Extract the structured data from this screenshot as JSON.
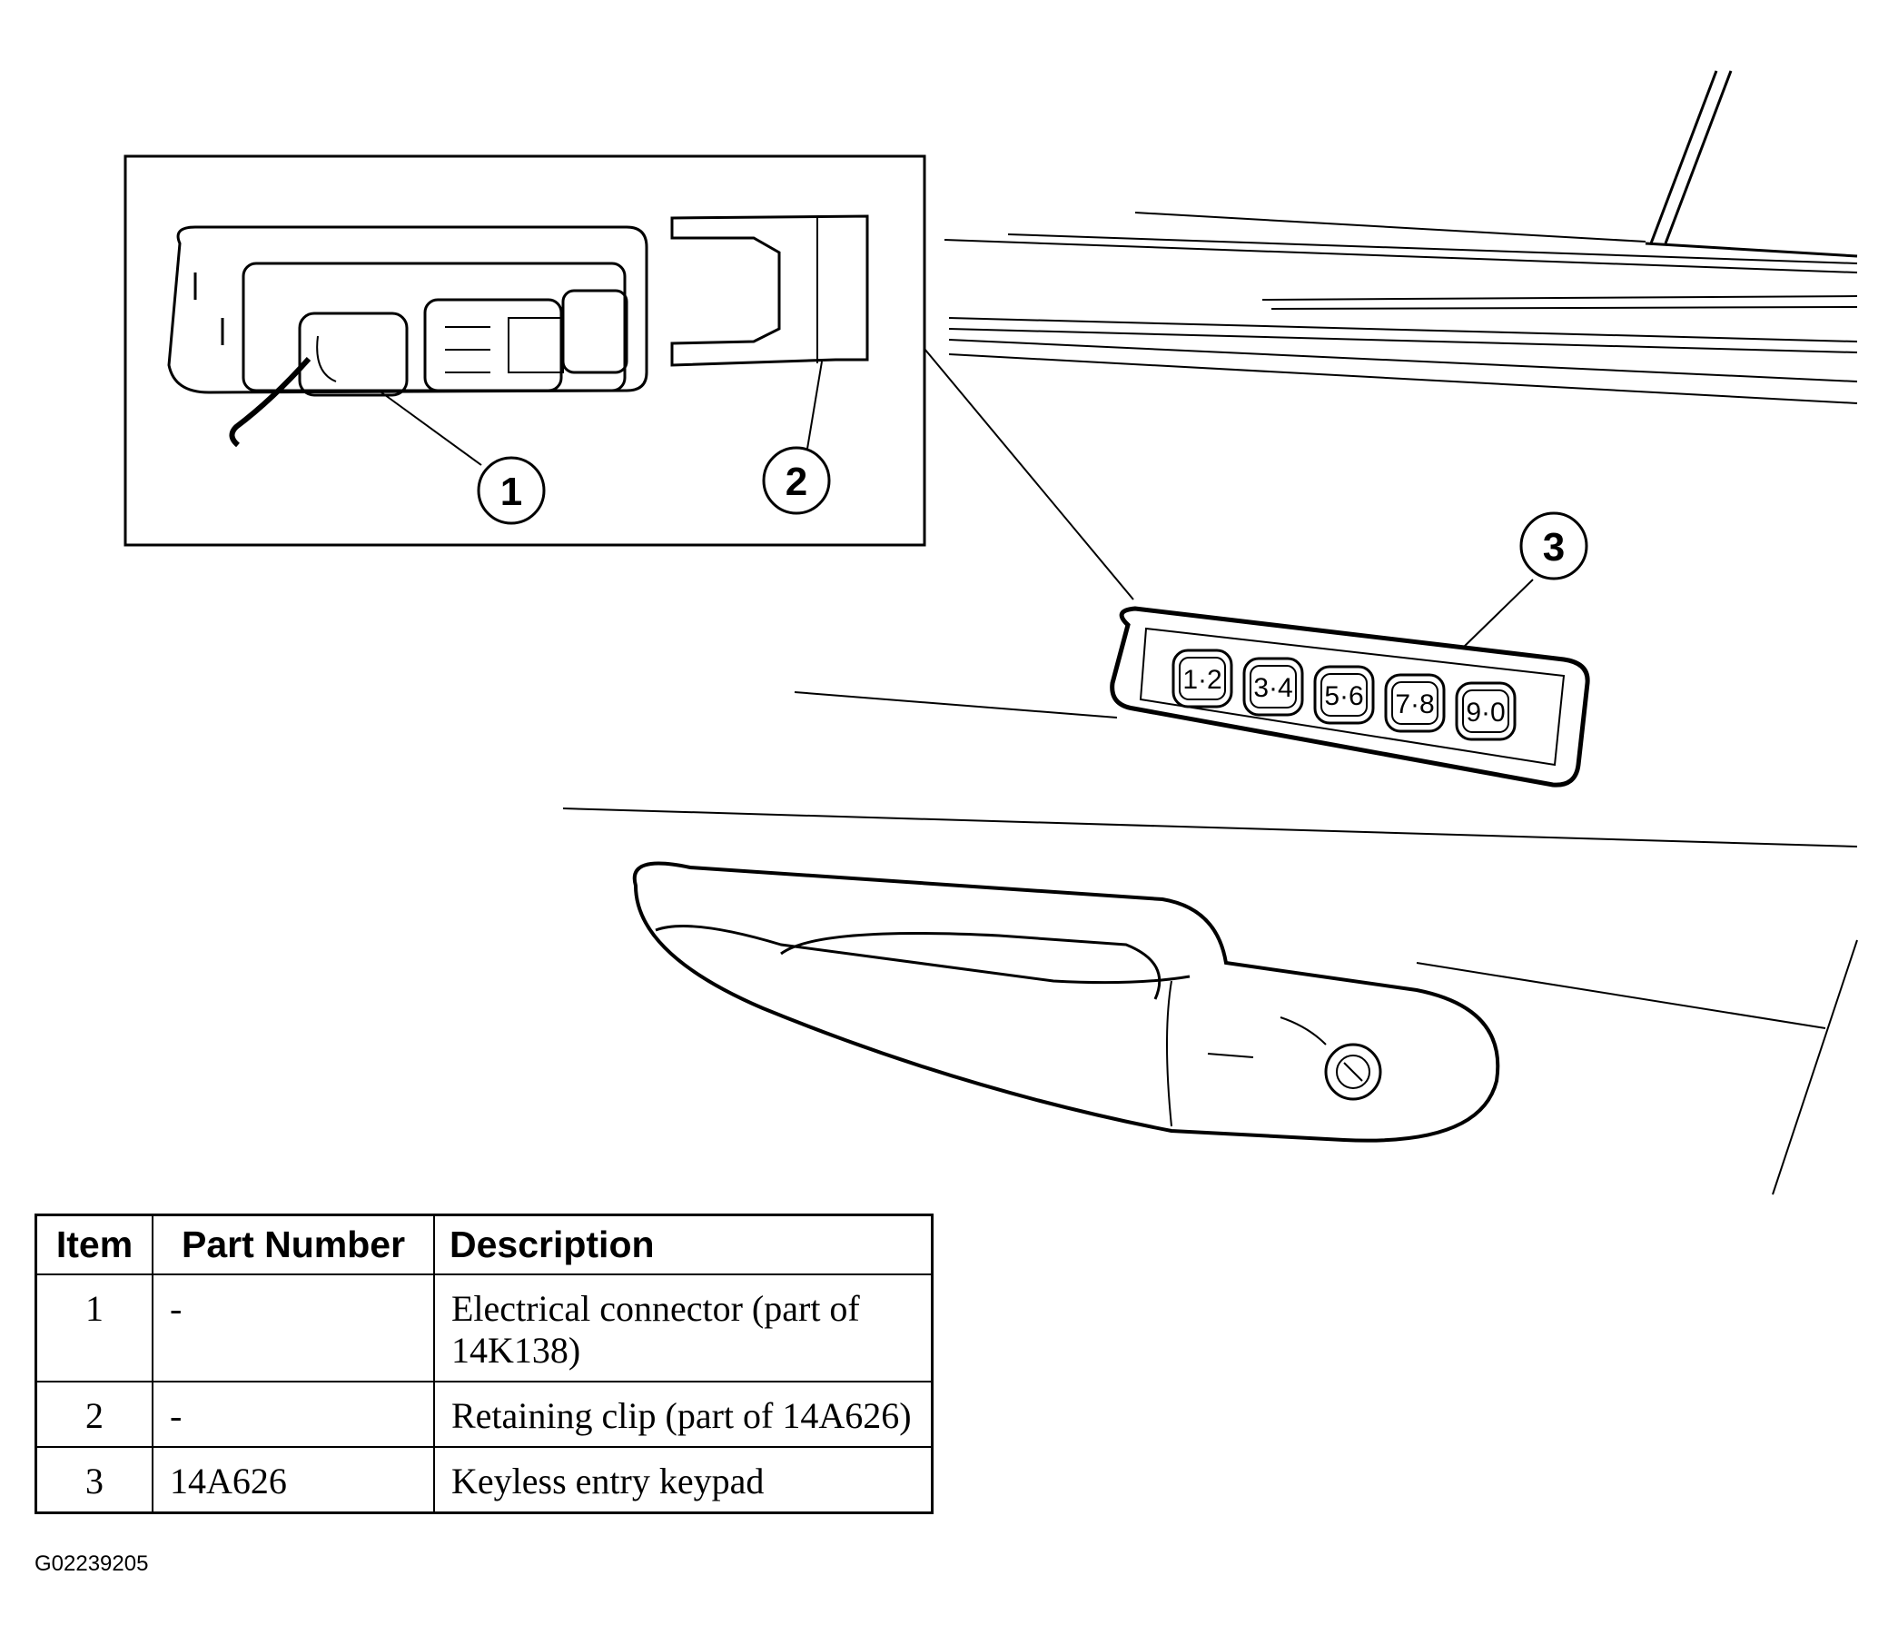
{
  "callouts": [
    "1",
    "2",
    "3"
  ],
  "keypad_keys": [
    "1·2",
    "3·4",
    "5·6",
    "7·8",
    "9·0"
  ],
  "table": {
    "headers": {
      "item": "Item",
      "part_number": "Part Number",
      "description": "Description"
    },
    "rows": [
      {
        "item": "1",
        "part_number": "-",
        "description": "Electrical connector (part of 14K138)"
      },
      {
        "item": "2",
        "part_number": "-",
        "description": "Retaining clip (part of 14A626)"
      },
      {
        "item": "3",
        "part_number": "14A626",
        "description": "Keyless entry keypad"
      }
    ]
  },
  "figure_id": "G02239205"
}
